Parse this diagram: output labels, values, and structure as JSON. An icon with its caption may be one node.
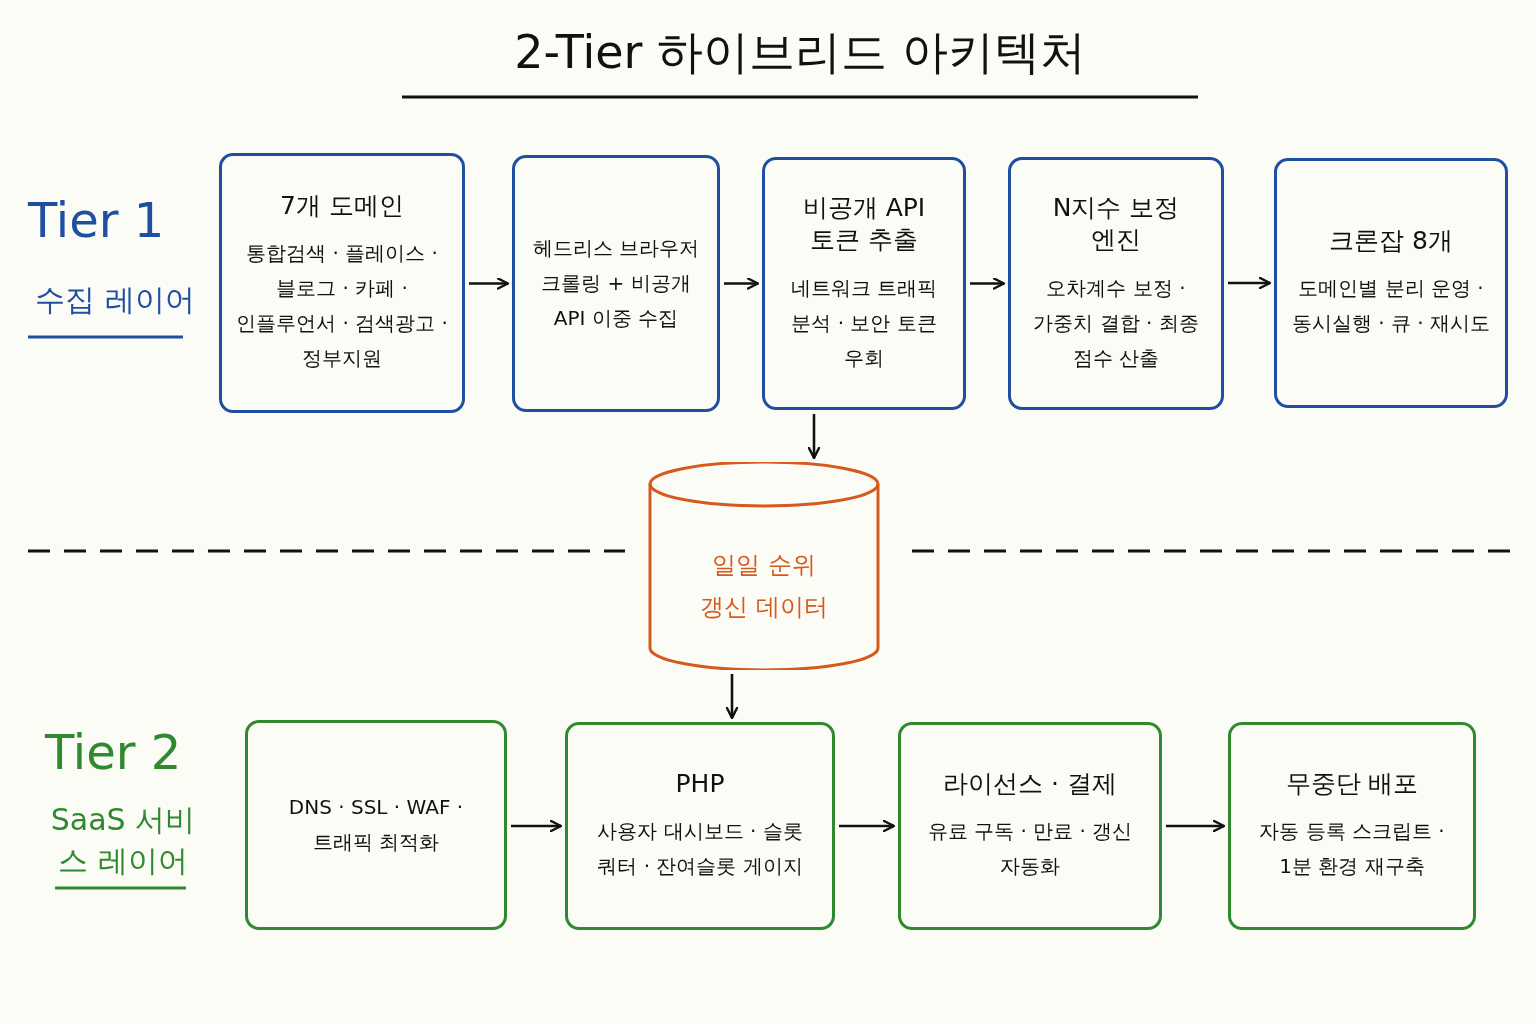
{
  "diagram": {
    "title": "2-Tier 하이브리드 아키텍처",
    "nodes": [
      {
        "text": [
          "7개 도메인",
          "통합검색 · 플레이스 · 블로그 · 카페 · 인플루언서 · 검색광고 · 정부지원"
        ]
      },
      {
        "text": [
          "헤드리스 브라우저 크롤링 + 비공개 API 이중 수집"
        ]
      },
      {
        "text": [
          "비공개 API 토큰 추출",
          "네트워크 트래픽 분석 · 보안 토큰 우회"
        ]
      },
      {
        "text": [
          "N지수 보정 엔진",
          "오차계수 보정 · 가중치 결합 · 최종 점수 산출"
        ]
      },
      {
        "text": [
          "크론잡 8개",
          "도메인별 분리 운영 · 동시실행 · 큐 · 재시도"
        ]
      },
      {
        "text": [
          "일일 순위 갱신 데이터"
        ]
      },
      {
        "text": [
          "DNS · SSL · WAF · 트래픽 최적화"
        ]
      },
      {
        "text": [
          "PHP",
          "사용자 대시보드 · 슬롯 쿼터 · 잔여슬롯 게이지"
        ]
      },
      {
        "text": [
          "라이선스 · 결제",
          "유료 구독 · 만료 · 갱신 자동화"
        ]
      },
      {
        "text": [
          "무중단 배포",
          "자동 등록 스크립트 · 1분 환경 재구축"
        ]
      }
    ],
    "edges": [
      {
        "from": 0,
        "to": 1,
        "arrow": "to"
      },
      {
        "from": 1,
        "to": 2,
        "arrow": "to"
      },
      {
        "from": 2,
        "to": 3,
        "arrow": "to"
      },
      {
        "from": 3,
        "to": 4,
        "arrow": "to"
      },
      {
        "from": 2,
        "to": 5,
        "arrow": "to"
      },
      {
        "from": 5,
        "to": 7,
        "arrow": "to"
      },
      {
        "from": 6,
        "to": 7,
        "arrow": "to"
      },
      {
        "from": 7,
        "to": 8,
        "arrow": "to"
      },
      {
        "from": 8,
        "to": 9,
        "arrow": "to"
      }
    ],
    "labels": [
      "Tier 1",
      "수집 레이어",
      "Tier 2",
      "SaaS 서비스 레이어"
    ]
  }
}
